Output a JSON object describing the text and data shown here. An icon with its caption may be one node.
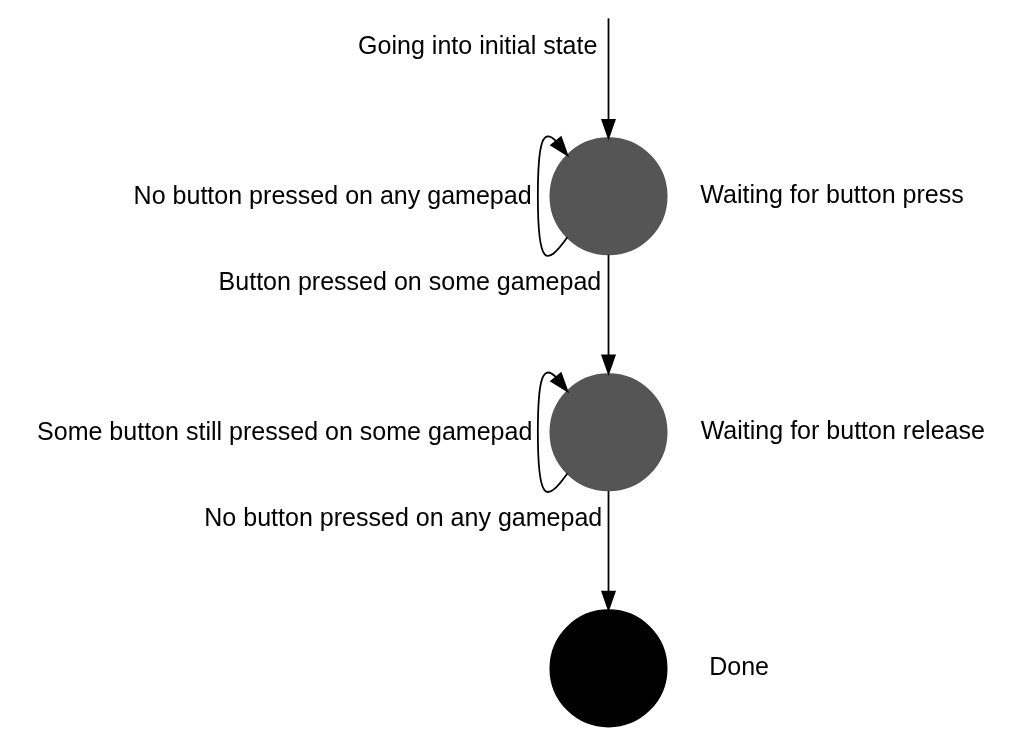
{
  "diagram": {
    "nodes": [
      {
        "text": [],
        "shape": "circle",
        "beside": [
          "Waiting for button press"
        ]
      },
      {
        "text": [],
        "shape": "circle",
        "beside": [
          "Waiting for button release"
        ]
      },
      {
        "text": [],
        "shape": "circle",
        "beside": [
          "Done"
        ]
      }
    ],
    "edges": [
      {
        "from": null,
        "to": 0,
        "arrow": "to",
        "label": "Going into initial state"
      },
      {
        "from": 0,
        "to": 0,
        "arrow": "to",
        "label": "No button pressed on any gamepad"
      },
      {
        "from": 0,
        "to": 1,
        "arrow": "to",
        "label": "Button pressed on some gamepad"
      },
      {
        "from": 1,
        "to": 1,
        "arrow": "to",
        "label": "Some button still pressed on some gamepad"
      },
      {
        "from": 1,
        "to": 2,
        "arrow": "to",
        "label": "No button pressed on any gamepad"
      }
    ]
  }
}
